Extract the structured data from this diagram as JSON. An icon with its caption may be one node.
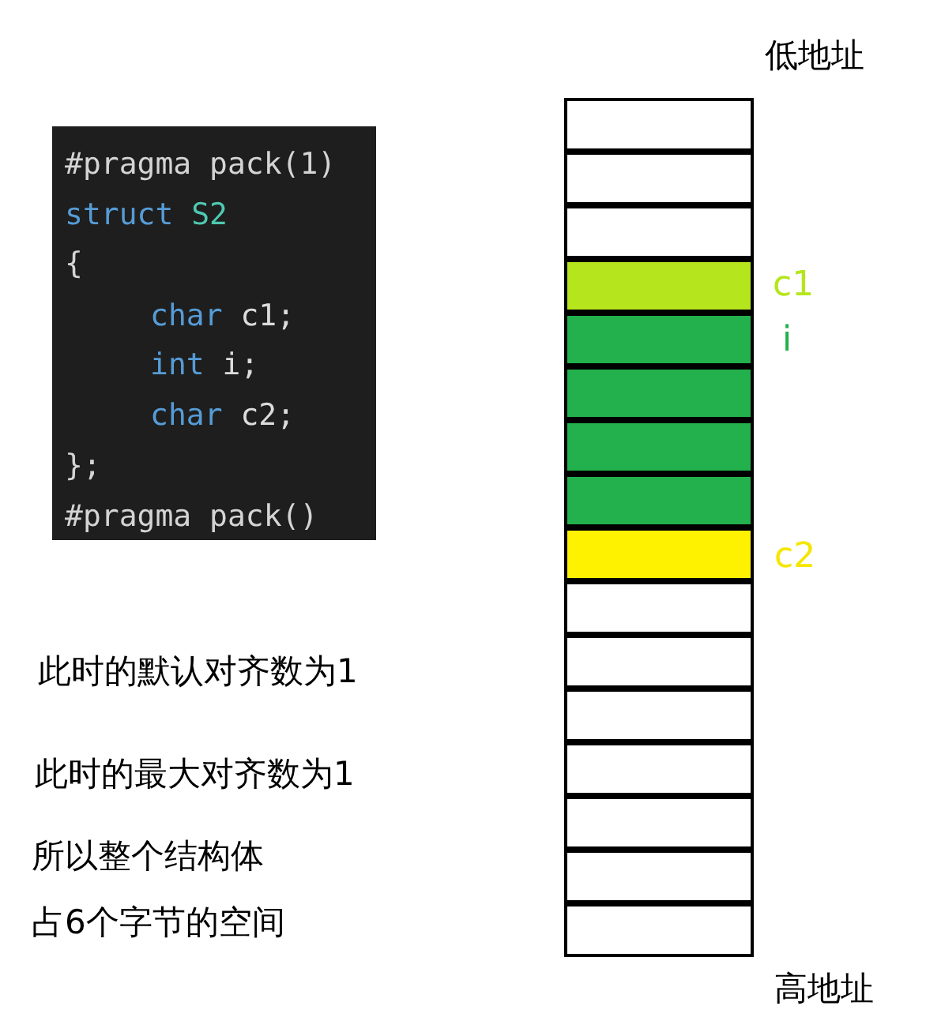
{
  "diagram": {
    "nodes": [
      {
        "text": [],
        "shape": "box"
      },
      {
        "text": [],
        "shape": "box"
      },
      {
        "text": [],
        "shape": "box"
      },
      {
        "text": [],
        "shape": "box",
        "beside": [
          "c1"
        ]
      },
      {
        "text": [],
        "shape": "box",
        "beside": [
          "i"
        ]
      },
      {
        "text": [],
        "shape": "box"
      },
      {
        "text": [],
        "shape": "box"
      },
      {
        "text": [],
        "shape": "box"
      },
      {
        "text": [],
        "shape": "box",
        "beside": [
          "c2"
        ]
      },
      {
        "text": [],
        "shape": "box"
      },
      {
        "text": [],
        "shape": "box"
      },
      {
        "text": [],
        "shape": "box"
      },
      {
        "text": [],
        "shape": "box"
      },
      {
        "text": [],
        "shape": "box"
      },
      {
        "text": [],
        "shape": "box"
      },
      {
        "text": [],
        "shape": "box"
      }
    ],
    "labels": [
      "低地址",
      "#pragma pack(1)",
      "struct S2",
      "{",
      "char c1;",
      "int i;",
      "char c2;",
      "};",
      "#pragma pack()",
      "此时的默认对齐数为1",
      "此时的最大对齐数为1",
      "所以整个结构体",
      "占6个字节的空间",
      "高地址"
    ]
  }
}
